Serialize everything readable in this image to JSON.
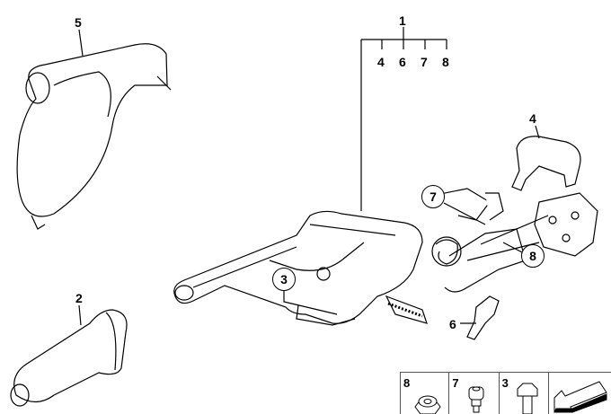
{
  "callouts": {
    "part5": "5",
    "part2": "2",
    "part1": "1",
    "sub": [
      "4",
      "6",
      "7",
      "8"
    ],
    "part4": "4",
    "part7_circled": "7",
    "part8_circled": "8",
    "part3_circled": "3",
    "part6": "6"
  },
  "legend": {
    "items": [
      {
        "number": "8",
        "icon": "nut-icon"
      },
      {
        "number": "7",
        "icon": "pin-icon"
      },
      {
        "number": "3",
        "icon": "bolt-icon"
      }
    ],
    "arrow_icon": "direction-arrow-icon"
  }
}
